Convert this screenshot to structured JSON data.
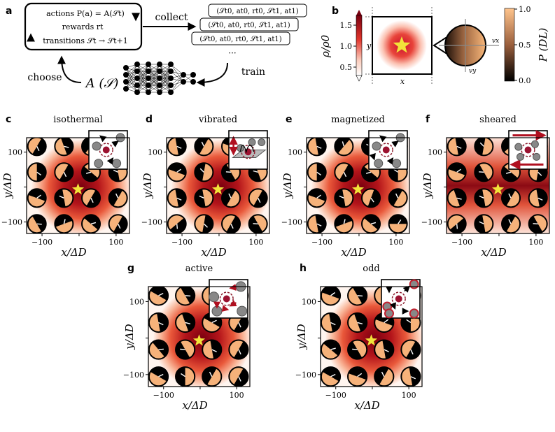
{
  "panel_a": {
    "letter": "a",
    "box_line1": "actions P(a) = A(𝒮t)",
    "box_line2": "rewards rt",
    "box_line3": "transitions 𝒮t → 𝒮t+1",
    "collect": "collect",
    "tuple": "(𝒮t0, at0, rt0, 𝒮t1, at1)",
    "dots": "···",
    "train": "train",
    "choose": "choose",
    "agent": "A (𝒮)"
  },
  "panel_b": {
    "letter": "b",
    "ylabel": "ρ/ρ0",
    "ticks": [
      "1.5",
      "1.0",
      "0.5"
    ],
    "x_in": "x",
    "y_in": "y",
    "vx": "vx",
    "vy": "vy",
    "cb_label": "P (DL)",
    "cb_ticks": [
      "1.0",
      "0.5",
      "0.0"
    ]
  },
  "panels": [
    {
      "letter": "c",
      "title": "isothermal"
    },
    {
      "letter": "d",
      "title": "vibrated"
    },
    {
      "letter": "e",
      "title": "magnetized"
    },
    {
      "letter": "f",
      "title": "sheared"
    },
    {
      "letter": "g",
      "title": "active"
    },
    {
      "letter": "h",
      "title": "odd"
    }
  ],
  "axes": {
    "ylabel": "y/ΔD",
    "xlabel": "x/ΔD",
    "yticks": [
      "100",
      "−100"
    ],
    "xticks": [
      "−100",
      "100"
    ]
  },
  "colors": {
    "accent_red": "#9b1b30",
    "density_max": "#8b0000",
    "disc_light": "#f6b27a",
    "disc_dark": "#000000",
    "star": "#f2e33a"
  }
}
